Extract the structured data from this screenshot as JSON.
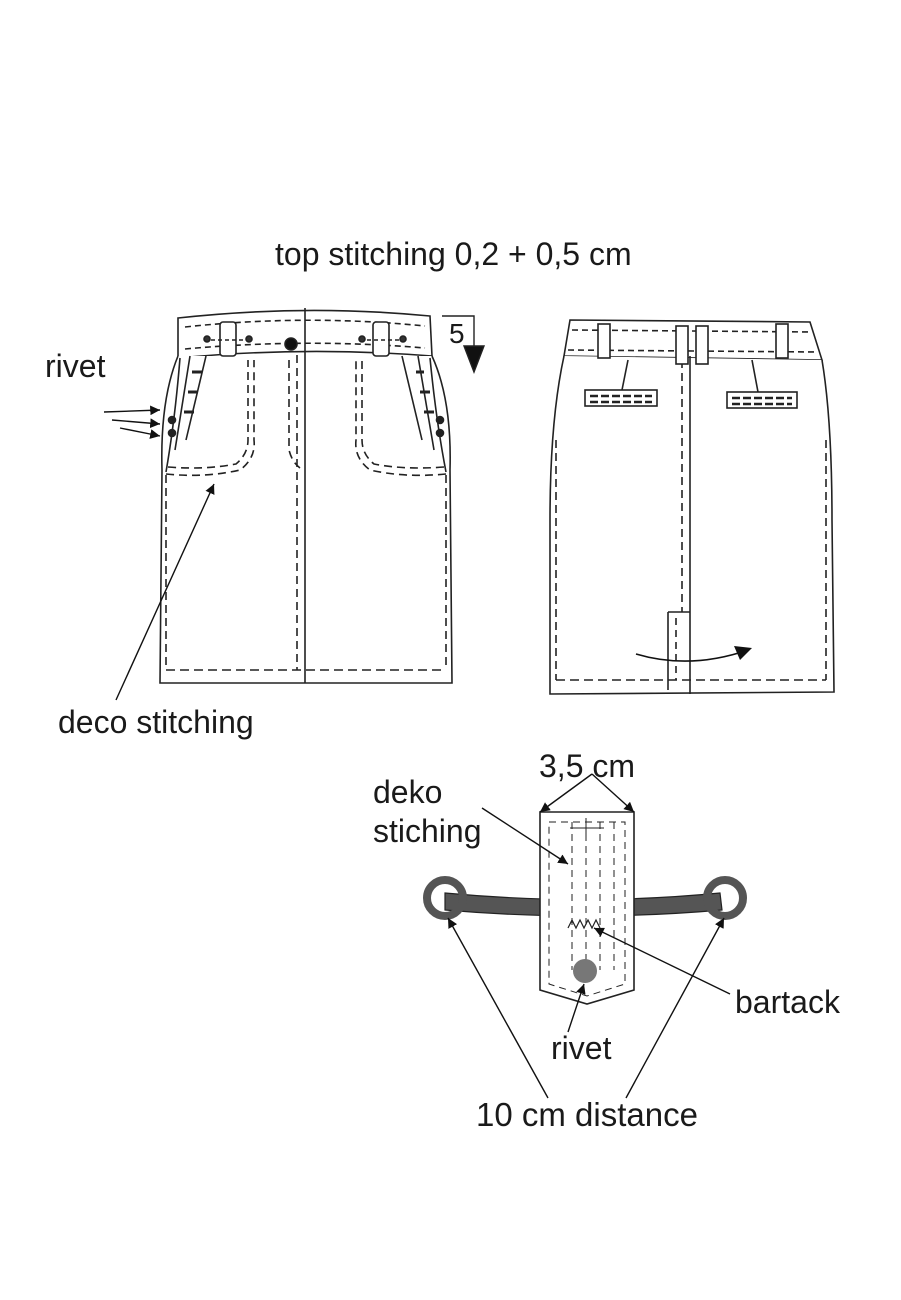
{
  "labels": {
    "title": "top stitching 0,2 + 0,5 cm",
    "rivet_top": "rivet",
    "deco_stitching": "deco stitching",
    "belt_width": "5",
    "tab_width": "3,5 cm",
    "deko_line1": "deko",
    "deko_line2": "stiching",
    "bartack": "bartack",
    "rivet_bottom": "rivet",
    "distance": "10 cm distance"
  }
}
